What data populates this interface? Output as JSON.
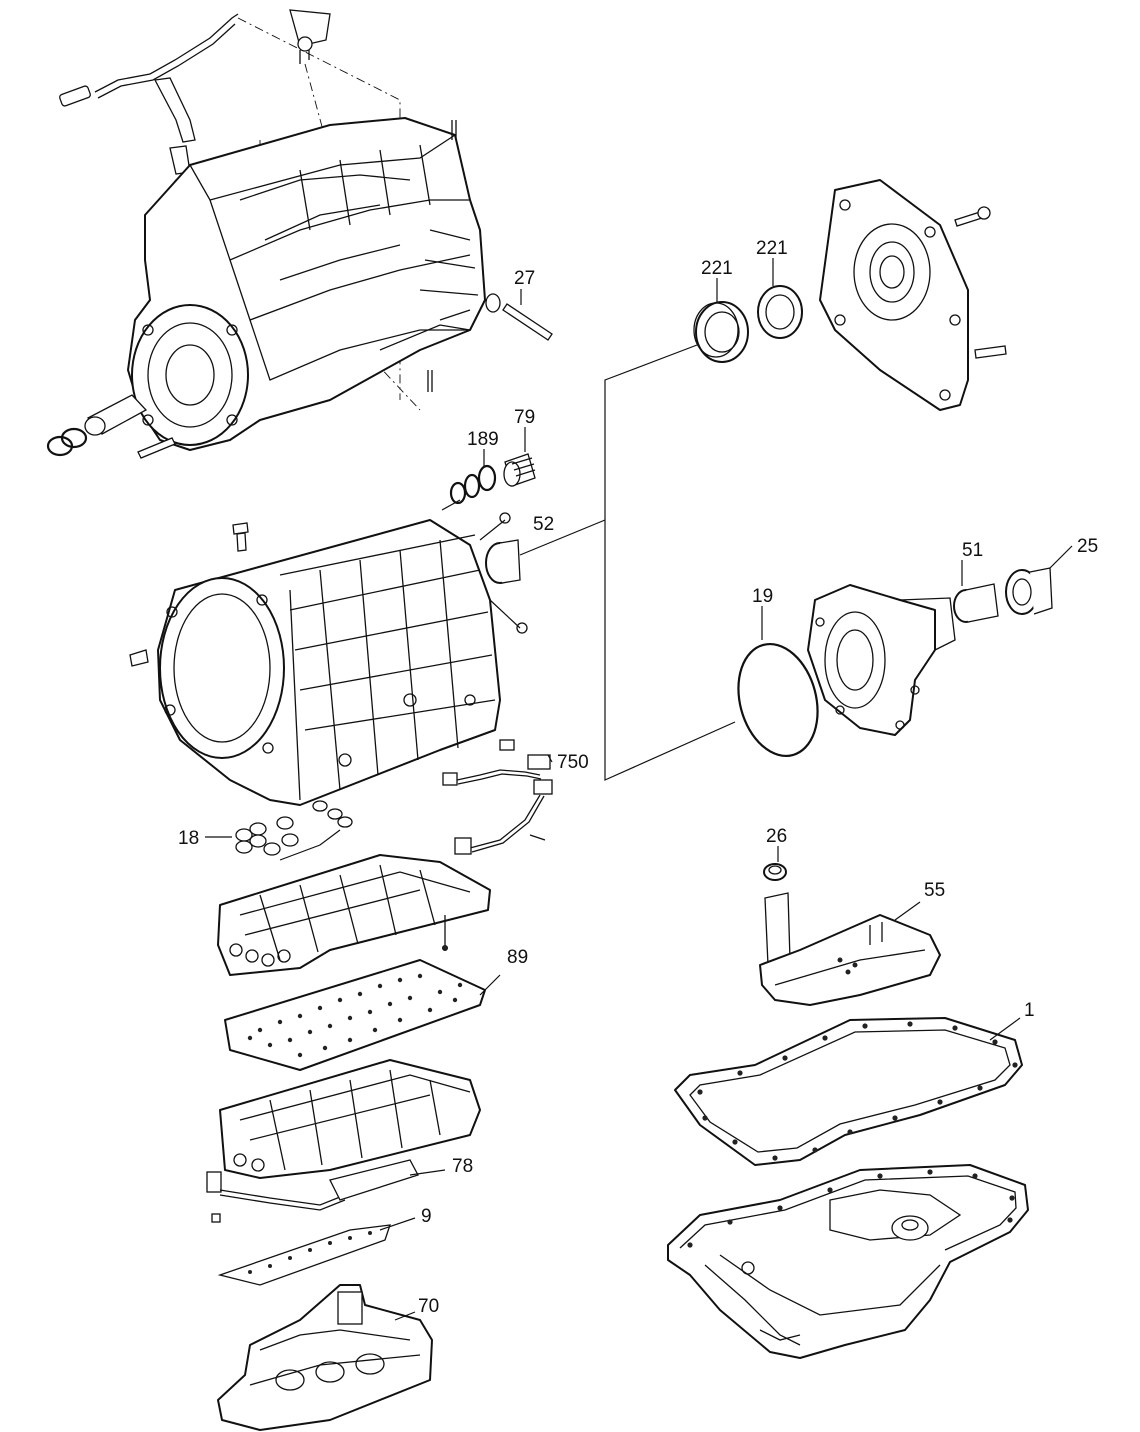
{
  "diagram": {
    "type": "exploded-parts-diagram",
    "line_color": "#111111",
    "background": "#ffffff",
    "callouts": [
      {
        "id": "c27",
        "label": "27"
      },
      {
        "id": "c221a",
        "label": "221"
      },
      {
        "id": "c221b",
        "label": "221"
      },
      {
        "id": "c189",
        "label": "189"
      },
      {
        "id": "c79",
        "label": "79"
      },
      {
        "id": "c52",
        "label": "52"
      },
      {
        "id": "c51",
        "label": "51"
      },
      {
        "id": "c25",
        "label": "25"
      },
      {
        "id": "c19",
        "label": "19"
      },
      {
        "id": "c750",
        "label": "750"
      },
      {
        "id": "c18",
        "label": "18"
      },
      {
        "id": "c26",
        "label": "26"
      },
      {
        "id": "c55",
        "label": "55"
      },
      {
        "id": "c89",
        "label": "89"
      },
      {
        "id": "c1",
        "label": "1"
      },
      {
        "id": "c78",
        "label": "78"
      },
      {
        "id": "c9",
        "label": "9"
      },
      {
        "id": "c70",
        "label": "70"
      }
    ]
  }
}
